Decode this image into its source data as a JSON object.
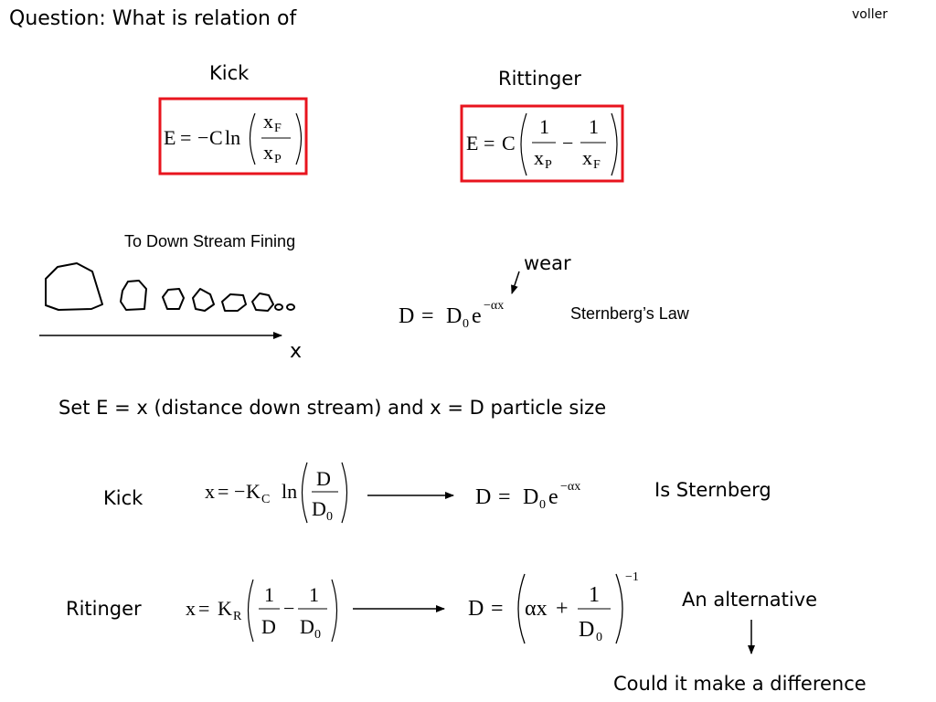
{
  "slide": {
    "title": "Question: What is relation of",
    "author": "voller",
    "kick_heading": "Kick",
    "rittinger_heading": "Rittinger",
    "fining_label": "To  Down Stream Fining",
    "x_label": "x",
    "wear_label": "wear",
    "sternberg_label": "Sternberg’s Law",
    "set_statement": "Set E = x (distance down stream)  and x = D particle size",
    "kick_row_label": "Kick",
    "ritinger_row_label": "Ritinger",
    "is_sternberg": "Is Sternberg",
    "an_alternative": "An alternative",
    "could_it_matter": "Could it make a difference",
    "box_color": "#e8141e"
  },
  "equations": {
    "kick": {
      "lhs": "E",
      "eq": "=",
      "minus": "−",
      "C": "C",
      "ln": "ln",
      "num": "x",
      "num_sub": "F",
      "den": "x",
      "den_sub": "P"
    },
    "rittinger": {
      "lhs": "E",
      "eq": "=",
      "C": "C",
      "one_a": "1",
      "den_a": "x",
      "den_a_sub": "P",
      "minus": "−",
      "one_b": "1",
      "den_b": "x",
      "den_b_sub": "F"
    },
    "sternberg": {
      "D": "D",
      "eq": "=",
      "D0": "D",
      "D0_sub": "0",
      "e": "e",
      "exp": "−αx"
    },
    "kick_x": {
      "x": "x",
      "eq": "=",
      "minus": "−",
      "K": "K",
      "K_sub": "C",
      "ln": "ln",
      "num": "D",
      "den": "D",
      "den_sub": "0"
    },
    "kick_result": {
      "D": "D",
      "eq": "=",
      "D0": "D",
      "D0_sub": "0",
      "e": "e",
      "exp": "−αx"
    },
    "ritinger_x": {
      "x": "x",
      "eq": "=",
      "K": "K",
      "K_sub": "R",
      "one_a": "1",
      "den_a": "D",
      "minus": "−",
      "one_b": "1",
      "den_b": "D",
      "den_b_sub": "0"
    },
    "ritinger_result": {
      "D": "D",
      "eq": "=",
      "ax": "αx",
      "plus": "+",
      "one": "1",
      "den": "D",
      "den_sub": "0",
      "power": "−1"
    }
  }
}
